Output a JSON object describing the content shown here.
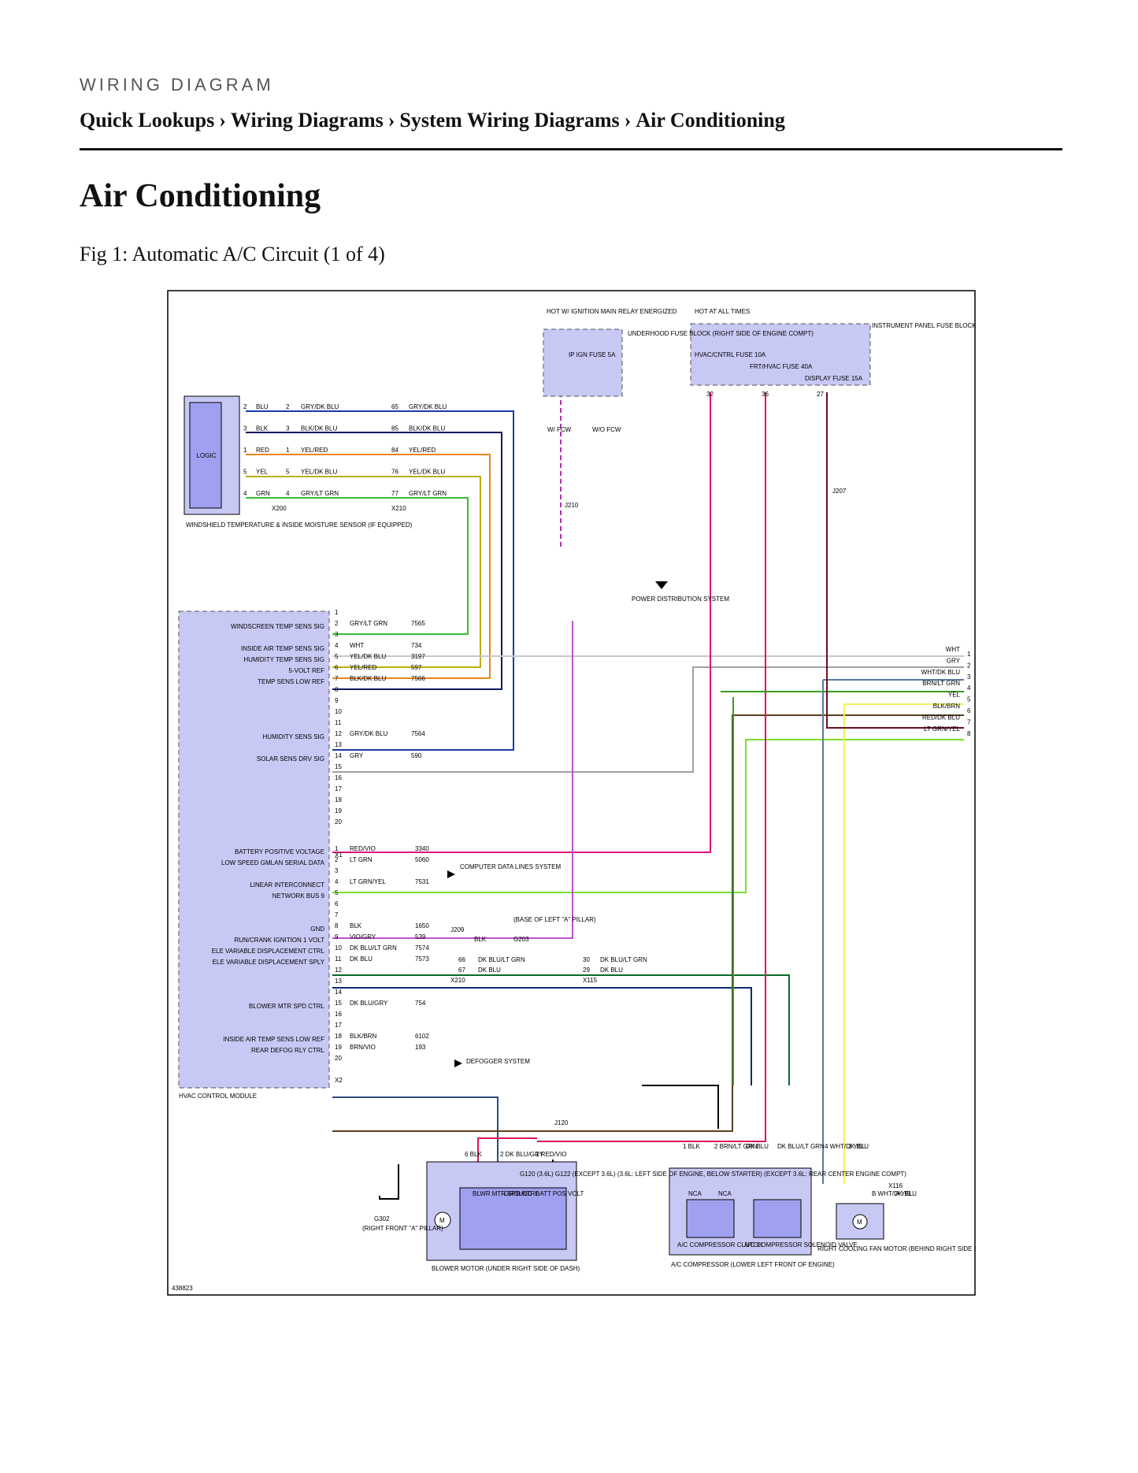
{
  "header": {
    "eyebrow": "WIRING DIAGRAM",
    "breadcrumb": [
      "Quick Lookups",
      "Wiring Diagrams",
      "System Wiring Diagrams",
      "Air Conditioning"
    ],
    "breadcrumb_separator": "›"
  },
  "page_title": "Air Conditioning",
  "figure_caption": "Fig 1: Automatic A/C Circuit (1 of 4)",
  "diagram": {
    "figure_id": "438823",
    "colors": {
      "module_fill": "#c8c8f5",
      "logic_fill": "#a0a0f0",
      "outline": "#000000",
      "dashed_outline": "#555555"
    },
    "power": {
      "underhood_hot": "HOT W/ IGNITION MAIN RELAY ENERGIZED",
      "underhood_block": "UNDERHOOD FUSE BLOCK (RIGHT SIDE OF ENGINE COMPT)",
      "ip_fuse": "IP IGN FUSE 5A",
      "hot_at_all_times": "HOT AT ALL TIMES",
      "instrument_block": "INSTRUMENT PANEL FUSE BLOCK (RIGHT KICK PANEL)",
      "fuses": [
        "HVAC/CNTRL FUSE 10A",
        "FRT/HVAC FUSE 40A",
        "DISPLAY FUSE 15A"
      ],
      "fuse_pins": [
        "32",
        "36",
        "27"
      ],
      "fcw_labels": [
        "W/ FCW",
        "W/O FCW"
      ],
      "power_distribution": "POWER DISTRIBUTION SYSTEM",
      "j210": "J210",
      "j207": "J207"
    },
    "sensor": {
      "name": "WINDSHIELD TEMPERATURE & INSIDE MOISTURE SENSOR (IF EQUIPPED)",
      "logic": "LOGIC",
      "x200": "X200",
      "x210": "X210",
      "rows": [
        {
          "pin": "2",
          "color": "BLU",
          "pin2": "2",
          "color2": "GRY/DK BLU",
          "pin3": "65",
          "color3": "GRY/DK BLU",
          "stroke": "#1a3aa8"
        },
        {
          "pin": "3",
          "color": "BLK",
          "pin2": "3",
          "color2": "BLK/DK BLU",
          "pin3": "85",
          "color3": "BLK/DK BLU",
          "stroke": "#0d1a60"
        },
        {
          "pin": "1",
          "color": "RED",
          "pin2": "1",
          "color2": "YEL/RED",
          "pin3": "84",
          "color3": "YEL/RED",
          "stroke": "#e01020"
        },
        {
          "pin": "5",
          "color": "YEL",
          "pin2": "5",
          "color2": "YEL/DK BLU",
          "pin3": "76",
          "color3": "YEL/DK BLU",
          "stroke": "#e6d800"
        },
        {
          "pin": "4",
          "color": "GRN",
          "pin2": "4",
          "color2": "GRY/LT GRN",
          "pin3": "77",
          "color3": "GRY/LT GRN",
          "stroke": "#2aa02a"
        }
      ]
    },
    "hvac_module": {
      "name": "HVAC CONTROL MODULE",
      "x1_label": "X1",
      "x2_label": "X2",
      "x1_pins": [
        {
          "pin": "1",
          "signal": "",
          "wire": "",
          "circuit": ""
        },
        {
          "pin": "2",
          "signal": "WINDSCREEN TEMP SENS SIG",
          "wire": "GRY/LT GRN",
          "circuit": "7565"
        },
        {
          "pin": "3",
          "signal": "",
          "wire": "",
          "circuit": ""
        },
        {
          "pin": "4",
          "signal": "INSIDE AIR TEMP SENS SIG",
          "wire": "WHT",
          "circuit": "734"
        },
        {
          "pin": "5",
          "signal": "HUMIDITY TEMP SENS SIG",
          "wire": "YEL/DK BLU",
          "circuit": "3197"
        },
        {
          "pin": "6",
          "signal": "5-VOLT REF",
          "wire": "YEL/RED",
          "circuit": "597"
        },
        {
          "pin": "7",
          "signal": "TEMP SENS LOW REF",
          "wire": "BLK/DK BLU",
          "circuit": "7566"
        },
        {
          "pin": "8",
          "signal": "",
          "wire": "",
          "circuit": ""
        },
        {
          "pin": "9",
          "signal": "",
          "wire": "",
          "circuit": ""
        },
        {
          "pin": "10",
          "signal": "",
          "wire": "",
          "circuit": ""
        },
        {
          "pin": "11",
          "signal": "",
          "wire": "",
          "circuit": ""
        },
        {
          "pin": "12",
          "signal": "HUMIDITY SENS SIG",
          "wire": "GRY/DK BLU",
          "circuit": "7564"
        },
        {
          "pin": "13",
          "signal": "",
          "wire": "",
          "circuit": ""
        },
        {
          "pin": "14",
          "signal": "SOLAR SENS DRV SIG",
          "wire": "GRY",
          "circuit": "590"
        },
        {
          "pin": "15",
          "signal": "",
          "wire": "",
          "circuit": ""
        },
        {
          "pin": "16",
          "signal": "",
          "wire": "",
          "circuit": ""
        },
        {
          "pin": "17",
          "signal": "",
          "wire": "",
          "circuit": ""
        },
        {
          "pin": "18",
          "signal": "",
          "wire": "",
          "circuit": ""
        },
        {
          "pin": "19",
          "signal": "",
          "wire": "",
          "circuit": ""
        },
        {
          "pin": "20",
          "signal": "",
          "wire": "",
          "circuit": ""
        }
      ],
      "x2_pins": [
        {
          "pin": "1",
          "signal": "BATTERY POSITIVE VOLTAGE",
          "wire": "RED/VIO",
          "circuit": "3340"
        },
        {
          "pin": "2",
          "signal": "LOW SPEED GMLAN SERIAL DATA",
          "wire": "LT GRN",
          "circuit": "5060"
        },
        {
          "pin": "3",
          "signal": "",
          "wire": "",
          "circuit": ""
        },
        {
          "pin": "4",
          "signal": "LINEAR INTERCONNECT",
          "wire": "LT GRN/YEL",
          "circuit": "7531"
        },
        {
          "pin": "5",
          "signal": "NETWORK BUS 9",
          "wire": "",
          "circuit": ""
        },
        {
          "pin": "6",
          "signal": "",
          "wire": "",
          "circuit": ""
        },
        {
          "pin": "7",
          "signal": "",
          "wire": "",
          "circuit": ""
        },
        {
          "pin": "8",
          "signal": "GND",
          "wire": "BLK",
          "circuit": "1650"
        },
        {
          "pin": "9",
          "signal": "RUN/CRANK IGNITION 1 VOLT",
          "wire": "VIO/GRY",
          "circuit": "539"
        },
        {
          "pin": "10",
          "signal": "ELE VARIABLE DISPLACEMENT CTRL",
          "wire": "DK BLU/LT GRN",
          "circuit": "7574"
        },
        {
          "pin": "11",
          "signal": "ELE VARIABLE DISPLACEMENT SPLY",
          "wire": "DK BLU",
          "circuit": "7573"
        },
        {
          "pin": "12",
          "signal": "",
          "wire": "",
          "circuit": ""
        },
        {
          "pin": "13",
          "signal": "",
          "wire": "",
          "circuit": ""
        },
        {
          "pin": "14",
          "signal": "",
          "wire": "",
          "circuit": ""
        },
        {
          "pin": "15",
          "signal": "BLOWER MTR SPD CTRL",
          "wire": "DK BLU/GRY",
          "circuit": "754"
        },
        {
          "pin": "16",
          "signal": "",
          "wire": "",
          "circuit": ""
        },
        {
          "pin": "17",
          "signal": "",
          "wire": "",
          "circuit": ""
        },
        {
          "pin": "18",
          "signal": "INSIDE AIR TEMP SENS LOW REF",
          "wire": "BLK/BRN",
          "circuit": "6102"
        },
        {
          "pin": "19",
          "signal": "REAR DEFOG RLY CTRL",
          "wire": "BRN/VIO",
          "circuit": "193"
        },
        {
          "pin": "20",
          "signal": "",
          "wire": "",
          "circuit": ""
        }
      ]
    },
    "right_connector": [
      {
        "pin": "1",
        "wire": "WHT"
      },
      {
        "pin": "2",
        "wire": "GRY"
      },
      {
        "pin": "3",
        "wire": "WHT/DK BLU"
      },
      {
        "pin": "4",
        "wire": "BRN/LT GRN"
      },
      {
        "pin": "5",
        "wire": "YEL"
      },
      {
        "pin": "6",
        "wire": "BLK/BRN"
      },
      {
        "pin": "7",
        "wire": "RED/DK BLU"
      },
      {
        "pin": "8",
        "wire": "LT GRN/YEL"
      }
    ],
    "destinations": {
      "computer_data": "COMPUTER DATA LINES SYSTEM",
      "defogger": "DEFOGGER SYSTEM",
      "j209": "J209",
      "g203": "G203",
      "g203_note": "(BASE OF LEFT \"A\" PILLAR)",
      "blk": "BLK",
      "x210": "X210",
      "x115": "X115",
      "pin66": "66",
      "pin67": "67",
      "pin30": "30",
      "pin29": "29",
      "dk_blu_lt_grn": "DK BLU/LT GRN",
      "dk_blu": "DK BLU"
    },
    "bottom": {
      "g302": "G302",
      "g302_note": "(RIGHT FRONT \"A\" PILLAR)",
      "blower_name": "BLOWER MOTOR (UNDER RIGHT SIDE OF DASH)",
      "blower_pins": [
        "BLWR MTR SPD CTRL",
        "GROUND",
        "BATT POS VOLT"
      ],
      "blower_wires": [
        {
          "pin": "6",
          "wire": "BLK"
        },
        {
          "pin": "2",
          "wire": "DK BLU/GRY"
        },
        {
          "pin": "1",
          "wire": "RED/VIO"
        }
      ],
      "j120": "J120",
      "g120": "G120 (3.6L) G122 (EXCEPT 3.6L) (3.6L: LEFT SIDE OF ENGINE, BELOW STARTER) (EXCEPT 3.6L: REAR CENTER ENGINE COMPT)",
      "compressor_name": "A/C COMPRESSOR (LOWER LEFT FRONT OF ENGINE)",
      "clutch": "A/C COMPRESSOR CLUTCH",
      "solenoid": "A/C COMPRESSOR SOLENOID VALVE",
      "nca": "NCA",
      "comp_wires": [
        {
          "pin": "1",
          "wire": "BLK"
        },
        {
          "pin": "2",
          "wire": "BRN/LT GRN"
        },
        {
          "pin": "",
          "wire": "DK BLU"
        },
        {
          "pin": "",
          "wire": "DK BLU/LT GRN"
        }
      ],
      "fan_name": "RIGHT COOLING FAN MOTOR (BEHIND RIGHT SIDE OF RADIATOR)",
      "fan_wires": [
        {
          "pin": "4",
          "wire": "WHT/DK BLU"
        },
        {
          "pin": "3",
          "wire": "YEL"
        },
        {
          "pin": "B",
          "wire": "WHT/DK BLU"
        },
        {
          "pin": "A",
          "wire": "YEL"
        }
      ],
      "x116": "X116",
      "motor_symbol": "M"
    }
  }
}
